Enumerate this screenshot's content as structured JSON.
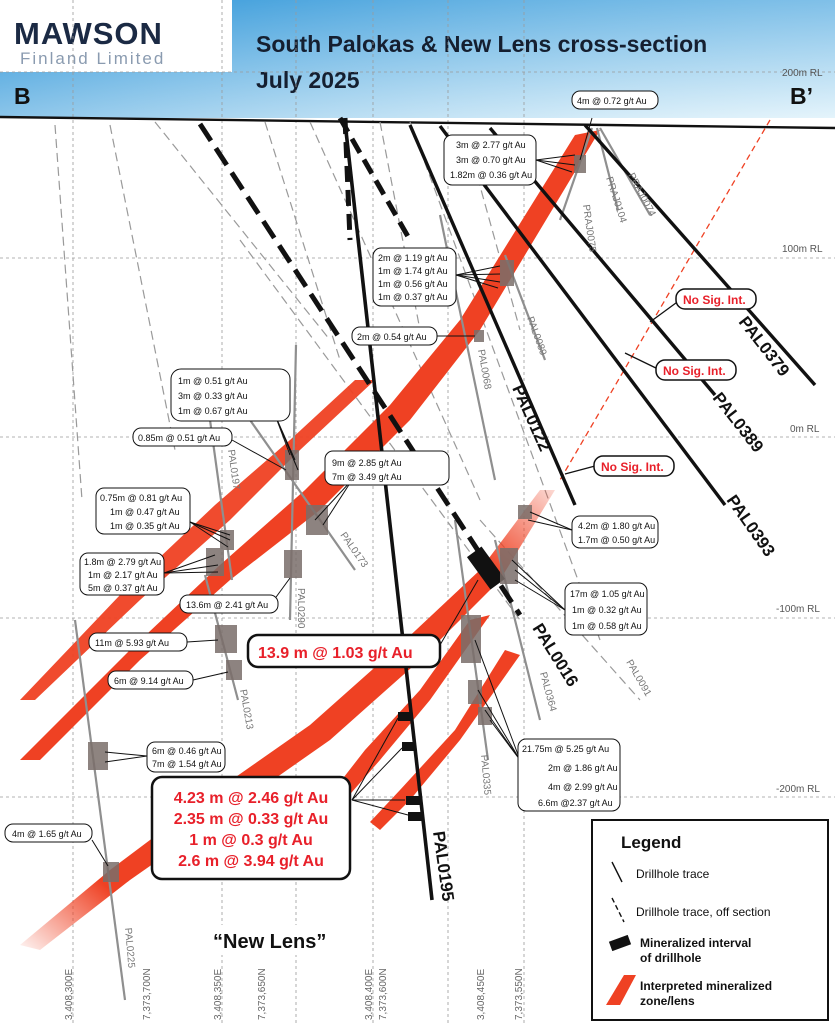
{
  "header": {
    "logo_main": "MAWSON",
    "logo_sub": "Finland Limited",
    "title_line1": "South Palokas & New Lens cross-section",
    "title_line2": "July 2025",
    "section_left": "B",
    "section_right": "B’"
  },
  "elevations": [
    "200m RL",
    "100m RL",
    "0m RL",
    "-100m RL",
    "-200m RL"
  ],
  "eastings": [
    "3,408,300E",
    "3,408,350E",
    "3,408,400E",
    "3,408,450E"
  ],
  "northings": [
    "7,373,700N",
    "7,373,650N",
    "7,373,600N",
    "7,373,550N"
  ],
  "drillholes": {
    "pal0379": "PAL0379",
    "pal0389": "PAL0389",
    "pal0393": "PAL0393",
    "pal0122": "PAL0122",
    "pal0016": "PAL0016",
    "pal0195": "PAL0195",
    "praj0074": "PRAJ0074",
    "praj0104": "PRAJ0104",
    "praj0075": "PRAJ0075",
    "pal0089": "PAL0089",
    "pal0068": "PAL0068",
    "pal0197": "PAL0197",
    "pal0173": "PAL0173",
    "pal0290": "PAL0290",
    "pal0213": "PAL0213",
    "pal0364": "PAL0364",
    "pal0091": "PAL0091",
    "pal0335": "PAL0335",
    "pal0225": "PAL0225"
  },
  "intercepts": {
    "praj_top": "4m @ 0.72 g/t Au",
    "praj_group": [
      "3m @ 2.77 g/t Au",
      "3m @ 0.70 g/t Au",
      "1.82m @ 0.36 g/t Au"
    ],
    "pal0089_group": [
      "2m @ 1.19 g/t Au",
      "1m @ 1.74 g/t Au",
      "1m @ 0.56 g/t Au",
      "1m @ 0.37 g/t Au"
    ],
    "pal0068": "2m @ 0.54 g/t Au",
    "pal0197_upper": [
      "1m @ 0.51 g/t Au",
      "3m @ 0.33 g/t Au",
      "1m @ 0.67 g/t Au"
    ],
    "pal0197_single": "0.85m @ 0.51 g/t Au",
    "pal0173_group": [
      "9m @ 2.85 g/t Au",
      "7m @ 3.49 g/t Au"
    ],
    "pal0197_mid": [
      "0.75m @ 0.81 g/t Au",
      "1m @ 0.47 g/t Au",
      "1m @ 0.35 g/t Au"
    ],
    "pal0197_low": [
      "1.8m @ 2.79 g/t Au",
      "1m @ 2.17 g/t Au",
      "5m @ 0.37 g/t Au"
    ],
    "pal0290": "13.6m @ 2.41 g/t Au",
    "pal0213_a": "11m @ 5.93 g/t Au",
    "pal0213_b": "6m @ 9.14 g/t Au",
    "pal0016_main": "13.9 m @ 1.03 g/t Au",
    "pal0016_right": [
      "4.2m @ 1.80 g/t Au",
      "1.7m @ 0.50 g/t Au"
    ],
    "pal0364_group": [
      "17m @ 1.05 g/t Au",
      "1m @ 0.32 g/t Au",
      "1m @ 0.58 g/t Au"
    ],
    "pal0225_mid": [
      "6m @ 0.46 g/t Au",
      "7m @ 1.54 g/t Au"
    ],
    "pal0335_group": [
      "21.75m @ 5.25 g/t Au",
      "2m @ 1.86 g/t Au",
      "4m @ 2.99 g/t Au",
      "6.6m @2.37 g/t Au"
    ],
    "pal0195_group": [
      "4.23 m @ 2.46 g/t Au",
      "2.35 m @ 0.33 g/t Au",
      "1 m @ 0.3 g/t Au",
      "2.6 m @ 3.94 g/t Au"
    ],
    "pal0225_low": "4m @ 1.65 g/t Au"
  },
  "no_sig": "No Sig. Int.",
  "new_lens": "“New Lens”",
  "legend": {
    "title": "Legend",
    "items": [
      "Drillhole trace",
      "Drillhole trace, off section",
      "Mineralized interval",
      "of drillhole",
      "Interpreted mineralized",
      "zone/lens"
    ]
  },
  "colors": {
    "lens": "#ef4123",
    "header_top": "#1e8fd6",
    "header_bottom": "#cfe9f7",
    "accent_red": "#e8202a"
  }
}
